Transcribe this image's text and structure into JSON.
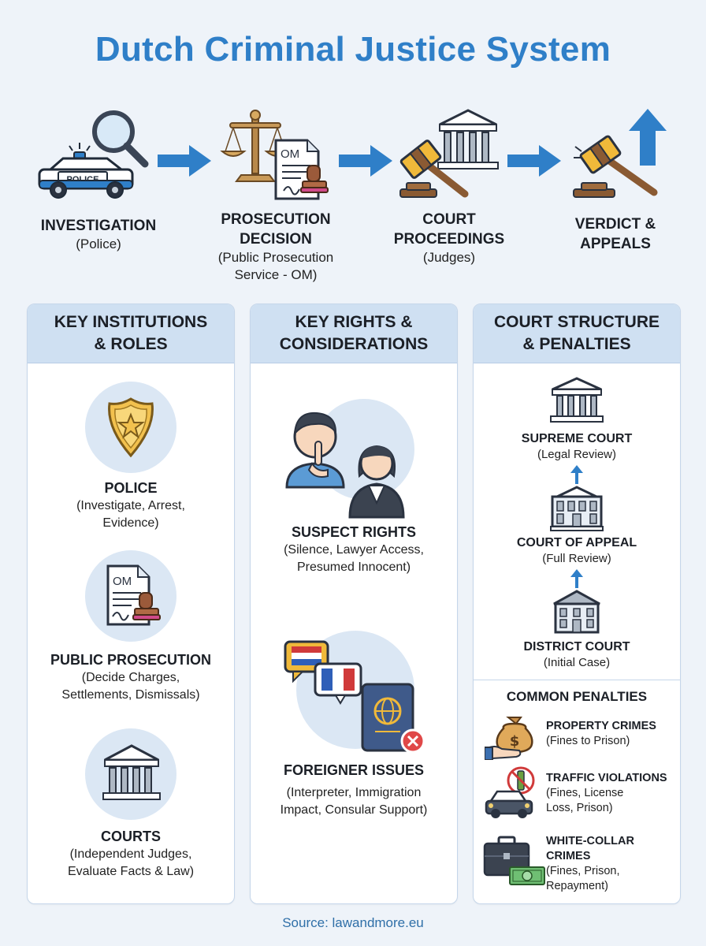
{
  "title": "Dutch Criminal Justice System",
  "flow": [
    {
      "label": "INVESTIGATION",
      "sub": "(Police)",
      "icon": "police-car-magnifier-icon"
    },
    {
      "label": "PROSECUTION\nDECISION",
      "sub": "(Public Prosecution\nService - OM)",
      "icon": "scales-document-icon",
      "doc_text": "OM"
    },
    {
      "label": "COURT\nPROCEEDINGS",
      "sub": "(Judges)",
      "icon": "courthouse-gavel-icon"
    },
    {
      "label": "VERDICT &\nAPPEALS",
      "sub": "",
      "icon": "gavel-up-arrow-icon"
    }
  ],
  "police_car_text": "POLICE",
  "panels": {
    "institutions": {
      "title": "KEY INSTITUTIONS\n& ROLES",
      "items": [
        {
          "title": "POLICE",
          "desc": "(Investigate, Arrest,\nEvidence)",
          "icon": "police-badge-icon"
        },
        {
          "title": "PUBLIC PROSECUTION",
          "desc": "(Decide Charges,\nSettlements, Dismissals)",
          "icon": "om-document-stamp-icon",
          "doc_text": "OM"
        },
        {
          "title": "COURTS",
          "desc": "(Independent Judges,\nEvaluate Facts & Law)",
          "icon": "courthouse-icon"
        }
      ]
    },
    "rights": {
      "title": "KEY RIGHTS &\nCONSIDERATIONS",
      "items": [
        {
          "title": "SUSPECT RIGHTS",
          "desc": "(Silence, Lawyer Access,\nPresumed Innocent)",
          "icon": "suspect-lawyer-icon"
        },
        {
          "title": "FOREIGNER ISSUES",
          "desc": "(Interpreter, Immigration\nImpact, Consular Support)",
          "icon": "passport-flags-icon"
        }
      ]
    },
    "courts": {
      "title": "COURT STRUCTURE\n& PENALTIES",
      "levels": [
        {
          "title": "SUPREME COURT",
          "desc": "(Legal Review)",
          "icon": "supreme-court-icon"
        },
        {
          "title": "COURT OF APPEAL",
          "desc": "(Full Review)",
          "icon": "appeal-court-icon"
        },
        {
          "title": "DISTRICT COURT",
          "desc": "(Initial Case)",
          "icon": "district-court-icon"
        }
      ],
      "penalties_title": "COMMON PENALTIES",
      "penalties": [
        {
          "title": "PROPERTY CRIMES",
          "desc": "(Fines to Prison)",
          "icon": "money-bag-hand-icon"
        },
        {
          "title": "TRAFFIC VIOLATIONS",
          "desc": "(Fines, License\nLoss, Prison)",
          "icon": "car-no-alcohol-icon"
        },
        {
          "title": "WHITE-COLLAR\nCRIMES",
          "desc": "(Fines, Prison,\nRepayment)",
          "icon": "briefcase-cash-icon"
        }
      ]
    }
  },
  "source": "Source: lawandmore.eu",
  "colors": {
    "accent": "#2f7fc8",
    "header": "#cfe0f2",
    "gold": "#f0b93a",
    "wood": "#8a5a33"
  }
}
